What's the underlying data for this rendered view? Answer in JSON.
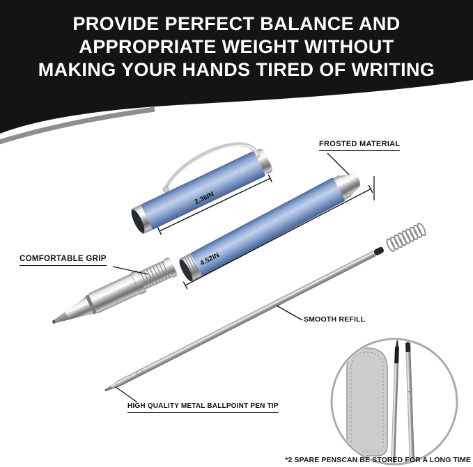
{
  "banner": {
    "line1": "PROVIDE PERFECT BALANCE AND",
    "line2": "APPROPRIATE WEIGHT WITHOUT",
    "line3": "MAKING YOUR HANDS TIRED OF WRITING"
  },
  "labels": {
    "frosted_material": "FROSTED MATERIAL",
    "cap_length": "2.36IN",
    "barrel_length": "4.52IN",
    "comfortable_grip": "COMFORTABLE GRIP",
    "smooth_refill": "SMOOTH REFILL",
    "ballpoint_tip": "HIGH QUALITY METAL BALLPOINT PEN TIP",
    "spare_note": "*2 SPARE PENSCAN BE STORED FOR A LONG TIME"
  },
  "colors": {
    "pen_blue": "#8fa9d6",
    "chrome_silver": "#d9d9d9",
    "banner_black": "#141414",
    "annotation_line": "#111111"
  }
}
